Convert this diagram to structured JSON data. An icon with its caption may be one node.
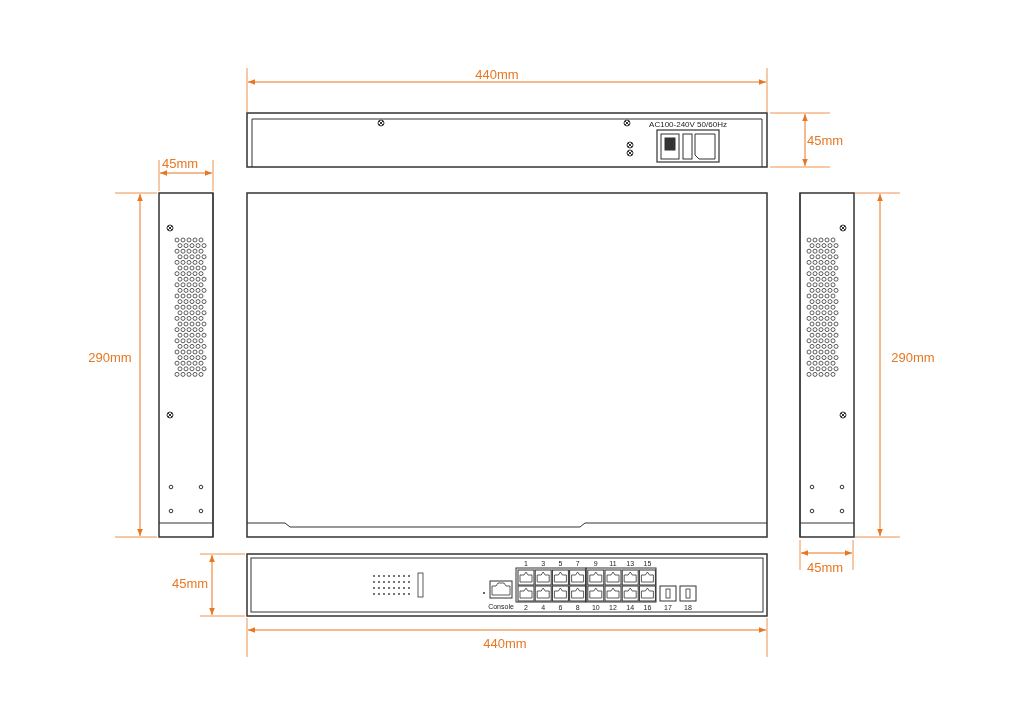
{
  "diagram": {
    "labels": [
      "440mm",
      "45mm",
      "AC100-240V 50/60Hz",
      "45mm",
      "290mm",
      "290mm",
      "45mm",
      "45mm",
      "1",
      "3",
      "5",
      "7",
      "9",
      "11",
      "13",
      "15",
      "Console",
      "2",
      "4",
      "6",
      "8",
      "10",
      "12",
      "14",
      "16",
      "17",
      "18",
      "440mm"
    ]
  }
}
